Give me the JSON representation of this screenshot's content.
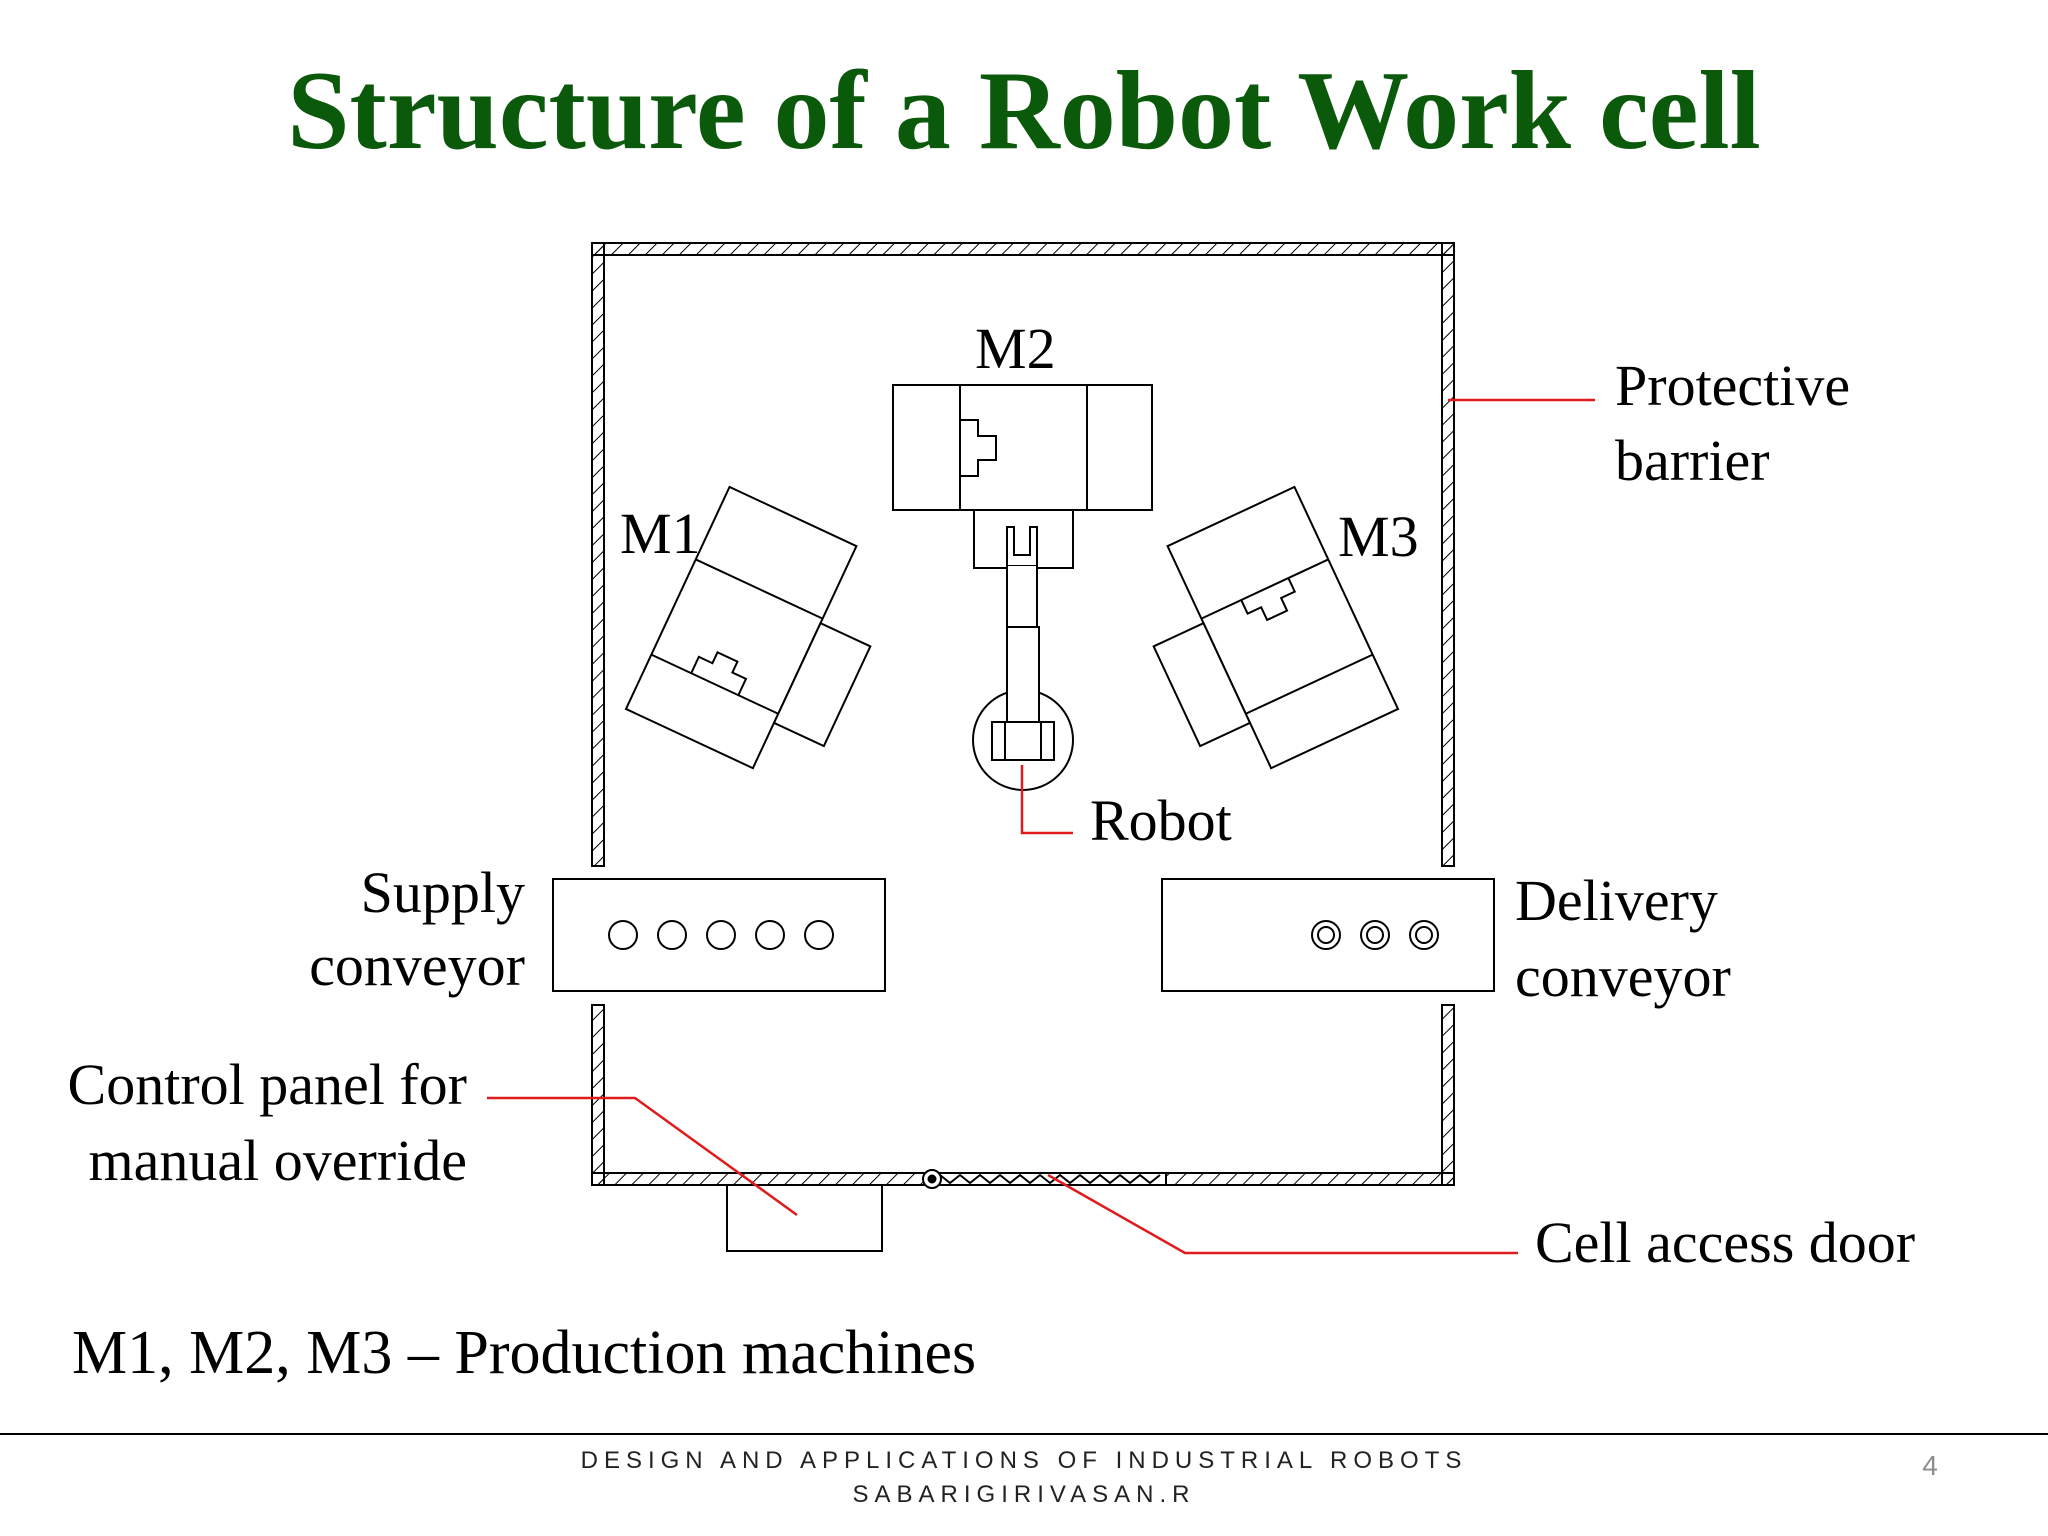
{
  "title": "Structure of a Robot Work cell",
  "labels": {
    "m1": "M1",
    "m2": "M2",
    "m3": "M3",
    "robot": "Robot",
    "protective_barrier_1": "Protective",
    "protective_barrier_2": "barrier",
    "supply_conveyor_1": "Supply",
    "supply_conveyor_2": "conveyor",
    "delivery_conveyor_1": "Delivery",
    "delivery_conveyor_2": "conveyor",
    "control_panel_1": "Control panel for",
    "control_panel_2": "manual override",
    "cell_access_door": "Cell access door"
  },
  "legend": "M1, M2, M3 – Production machines",
  "footer": {
    "course": "DESIGN AND APPLICATIONS OF INDUSTRIAL ROBOTS",
    "author": "SABARIGIRIVASAN.R",
    "page": "4"
  },
  "colors": {
    "title": "#0b5a0b",
    "leader_lines": "#e01b1b",
    "drawing": "#000000"
  }
}
